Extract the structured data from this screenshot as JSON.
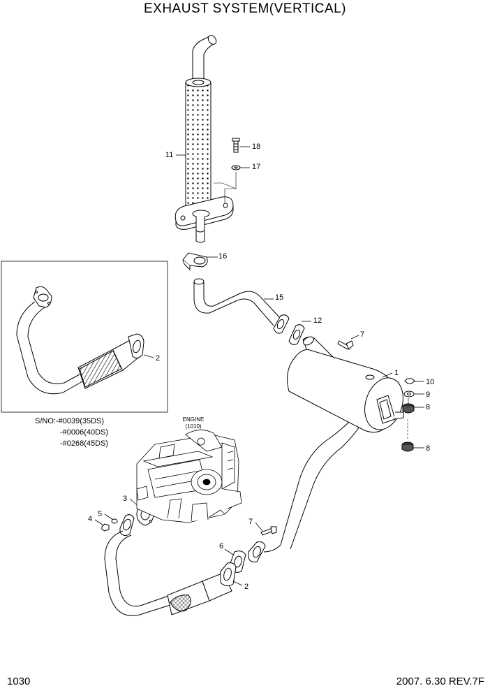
{
  "page": {
    "title": "EXHAUST SYSTEM(VERTICAL)",
    "page_number": "1030",
    "revision": "2007. 6.30  REV.7F"
  },
  "engine_label": {
    "line1": "ENGINE",
    "line2": "(1010)"
  },
  "serial_note": {
    "line1": "S/NO:-#0039(35DS)",
    "line2": "-#0006(40DS)",
    "line3": "-#0268(45DS)"
  },
  "callouts": {
    "c1": "1",
    "c2_inset": "2",
    "c2": "2",
    "c3": "3",
    "c4": "4",
    "c5": "5",
    "c6": "6",
    "c7_top": "7",
    "c7_bottom": "7",
    "c8_top": "8",
    "c8_bottom": "8",
    "c9": "9",
    "c10": "10",
    "c11": "11",
    "c12": "12",
    "c15": "15",
    "c16": "16",
    "c17": "17",
    "c18": "18"
  }
}
